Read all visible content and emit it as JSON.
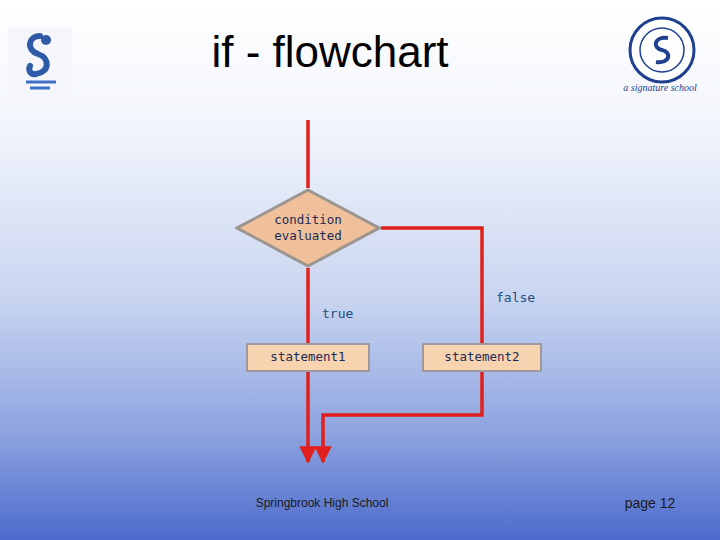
{
  "diagram": {
    "title": "if - flowchart",
    "nodes": [
      {
        "text": [
          "condition evaluated"
        ]
      },
      {
        "text": [
          "statement1"
        ]
      },
      {
        "text": [
          "statement2"
        ]
      }
    ],
    "edges": [
      {
        "from": 0,
        "to": 1,
        "label": "true",
        "arrow": "none"
      },
      {
        "from": 0,
        "to": 2,
        "label": "false",
        "arrow": "none"
      }
    ],
    "labels": [
      "a signature school",
      "Springbrook High School",
      "page 12"
    ]
  }
}
